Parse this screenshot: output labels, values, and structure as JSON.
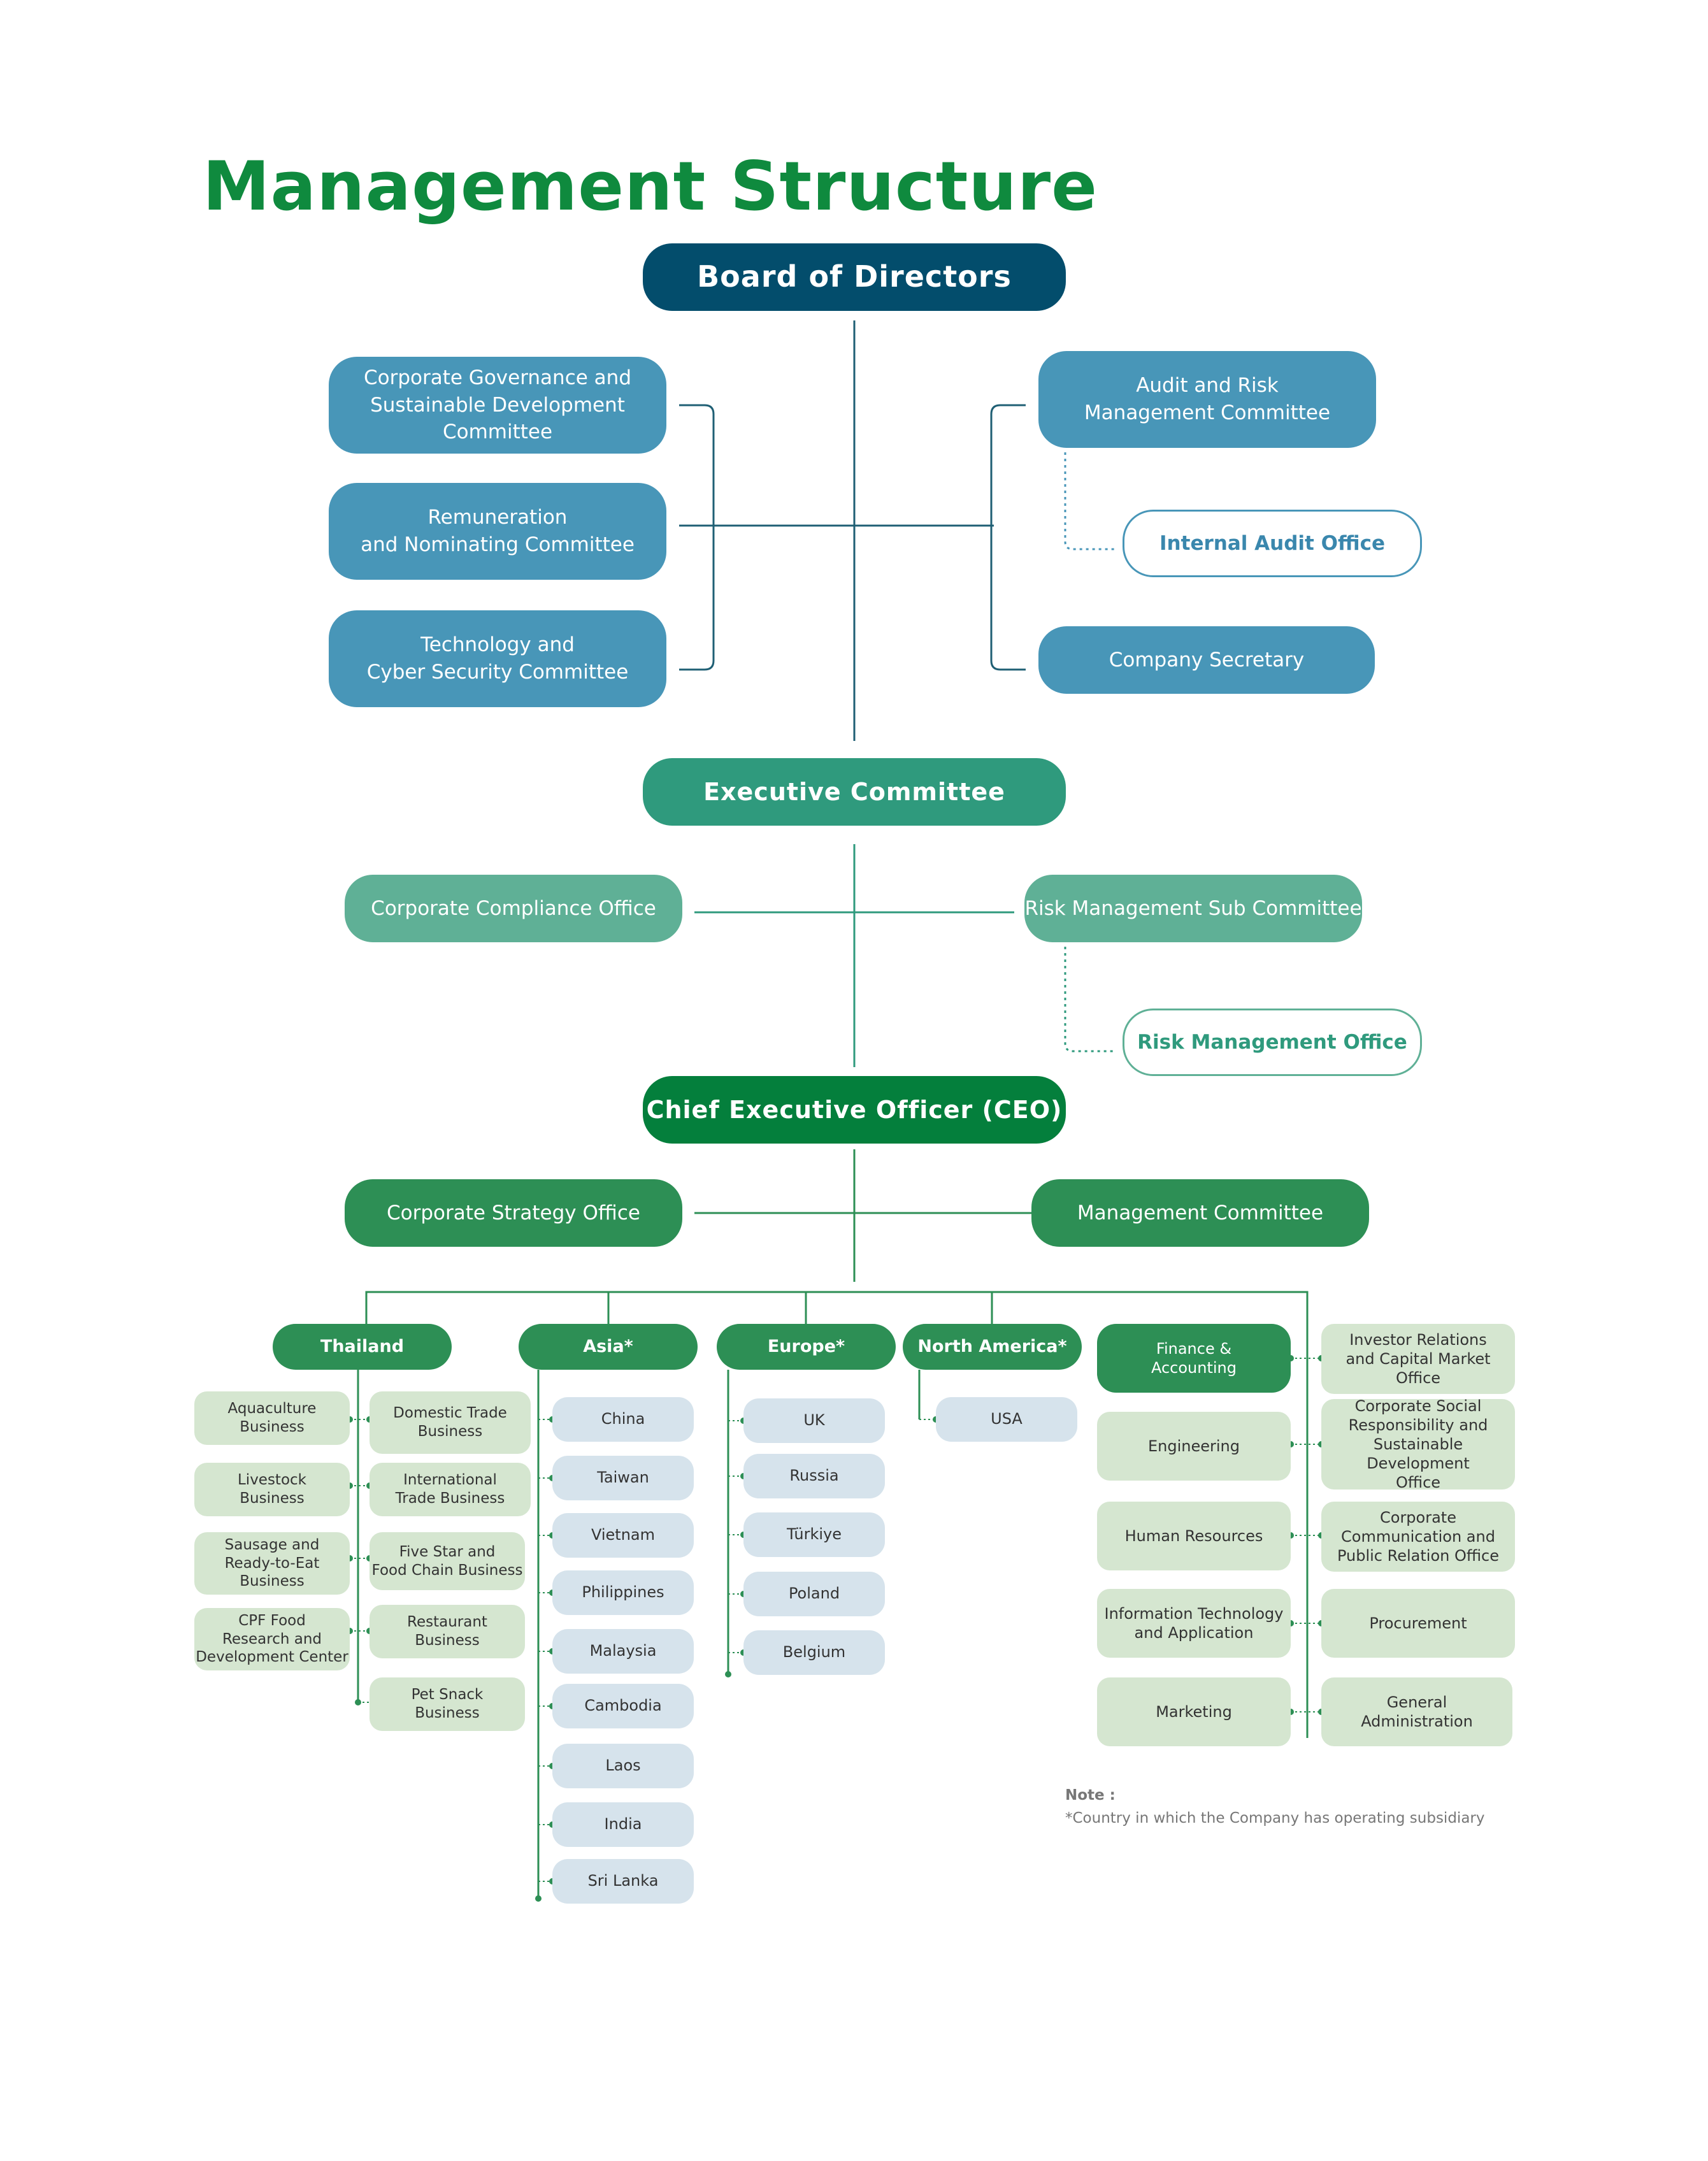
{
  "title": "Management Structure",
  "board": "Board of Directors",
  "board_committees": {
    "left": [
      "Corporate Governance and\nSustainable Development Committee",
      "Remuneration\nand Nominating Committee",
      "Technology and\nCyber Security Committee"
    ],
    "right": [
      "Audit and Risk\nManagement Committee",
      "Company Secretary"
    ],
    "internal_audit": "Internal Audit Office"
  },
  "executive": {
    "title": "Executive Committee",
    "compliance": "Corporate Compliance Office",
    "risk_sub": "Risk Management Sub Committee",
    "risk_office": "Risk Management Office"
  },
  "ceo": {
    "title": "Chief Executive Officer (CEO)",
    "strategy": "Corporate Strategy Office",
    "management": "Management Committee"
  },
  "regions": [
    {
      "name": "Thailand"
    },
    {
      "name": "Asia*",
      "items": [
        "China",
        "Taiwan",
        "Vietnam",
        "Philippines",
        "Malaysia",
        "Cambodia",
        "Laos",
        "India",
        "Sri Lanka"
      ]
    },
    {
      "name": "Europe*",
      "items": [
        "UK",
        "Russia",
        "Türkiye",
        "Poland",
        "Belgium"
      ]
    },
    {
      "name": "North America*",
      "items": [
        "USA"
      ]
    }
  ],
  "thailand_left": [
    "Aquaculture\nBusiness",
    "Livestock\nBusiness",
    "Sausage and\nReady-to-Eat\nBusiness",
    "CPF Food\nResearch and\nDevelopment Center"
  ],
  "thailand_right": [
    "Domestic Trade\nBusiness",
    "International\nTrade Business",
    "Five Star and\nFood Chain Business",
    "Restaurant\nBusiness",
    "Pet Snack\nBusiness"
  ],
  "functions_left": [
    "Finance &\nAccounting",
    "Engineering",
    "Human Resources",
    "Information Technology\nand Application",
    "Marketing"
  ],
  "functions_right": [
    "Investor Relations\nand Capital Market\nOffice",
    "Corporate Social\nResponsibility and\nSustainable Development\nOffice",
    "Corporate\nCommunication and\nPublic Relation Office",
    "Procurement",
    "General\nAdministration"
  ],
  "note": {
    "label": "Note :",
    "text": "*Country in which the Company has operating subsidiary"
  },
  "colors": {
    "title": "#0f8a3e",
    "board": "#034d6c",
    "committee": "#4896b8",
    "executive": "#2f9a7d",
    "exec_child": "#5fb096",
    "ceo": "#047f3c",
    "ceo_child": "#2d8f55",
    "light_green": "#d5e6d0",
    "light_blue": "#d6e3ec"
  }
}
